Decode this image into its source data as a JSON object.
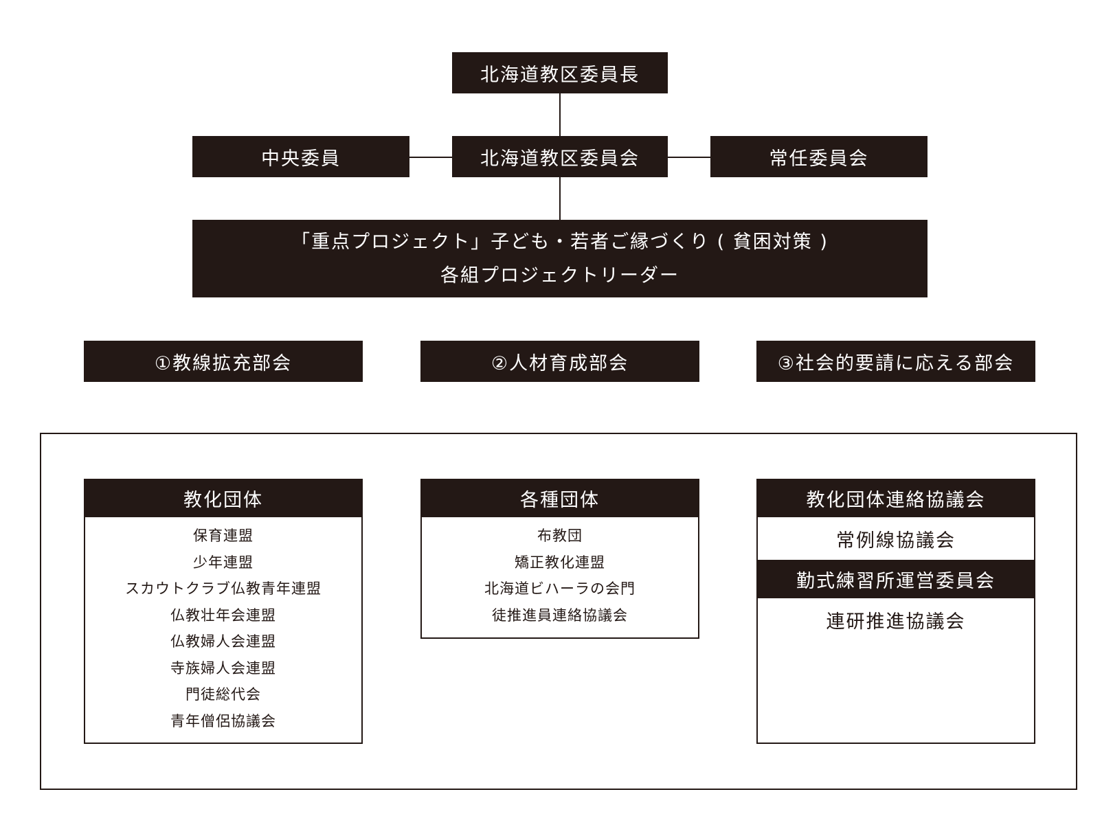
{
  "top": {
    "chairman": "北海道教区委員長",
    "committee": "北海道教区委員会",
    "central": "中央委員",
    "standing": "常任委員会"
  },
  "project": {
    "line1": "「重点プロジェクト」子ども・若者ご縁づくり ( 貧困対策 )",
    "line2": "各組プロジェクトリーダー"
  },
  "subcommittees": [
    "①教線拡充部会",
    "②人材育成部会",
    "③社会的要請に応える部会"
  ],
  "groups": {
    "kyoka": {
      "title": "教化団体",
      "items": [
        "保育連盟",
        "少年連盟",
        "スカウトクラブ仏教青年連盟",
        "仏教壮年会連盟",
        "仏教婦人会連盟",
        "寺族婦人会連盟",
        "門徒総代会",
        "青年僧侶協議会"
      ]
    },
    "kakushu": {
      "title": "各種団体",
      "items": [
        "布教団",
        "矯正教化連盟",
        "北海道ビハーラの会門",
        "徒推進員連絡協議会"
      ]
    },
    "renraku": {
      "title": "教化団体連絡協議会",
      "row1": "常例線協議会",
      "row2": "勤式練習所運営委員会",
      "row3": "連研推進協議会"
    }
  }
}
